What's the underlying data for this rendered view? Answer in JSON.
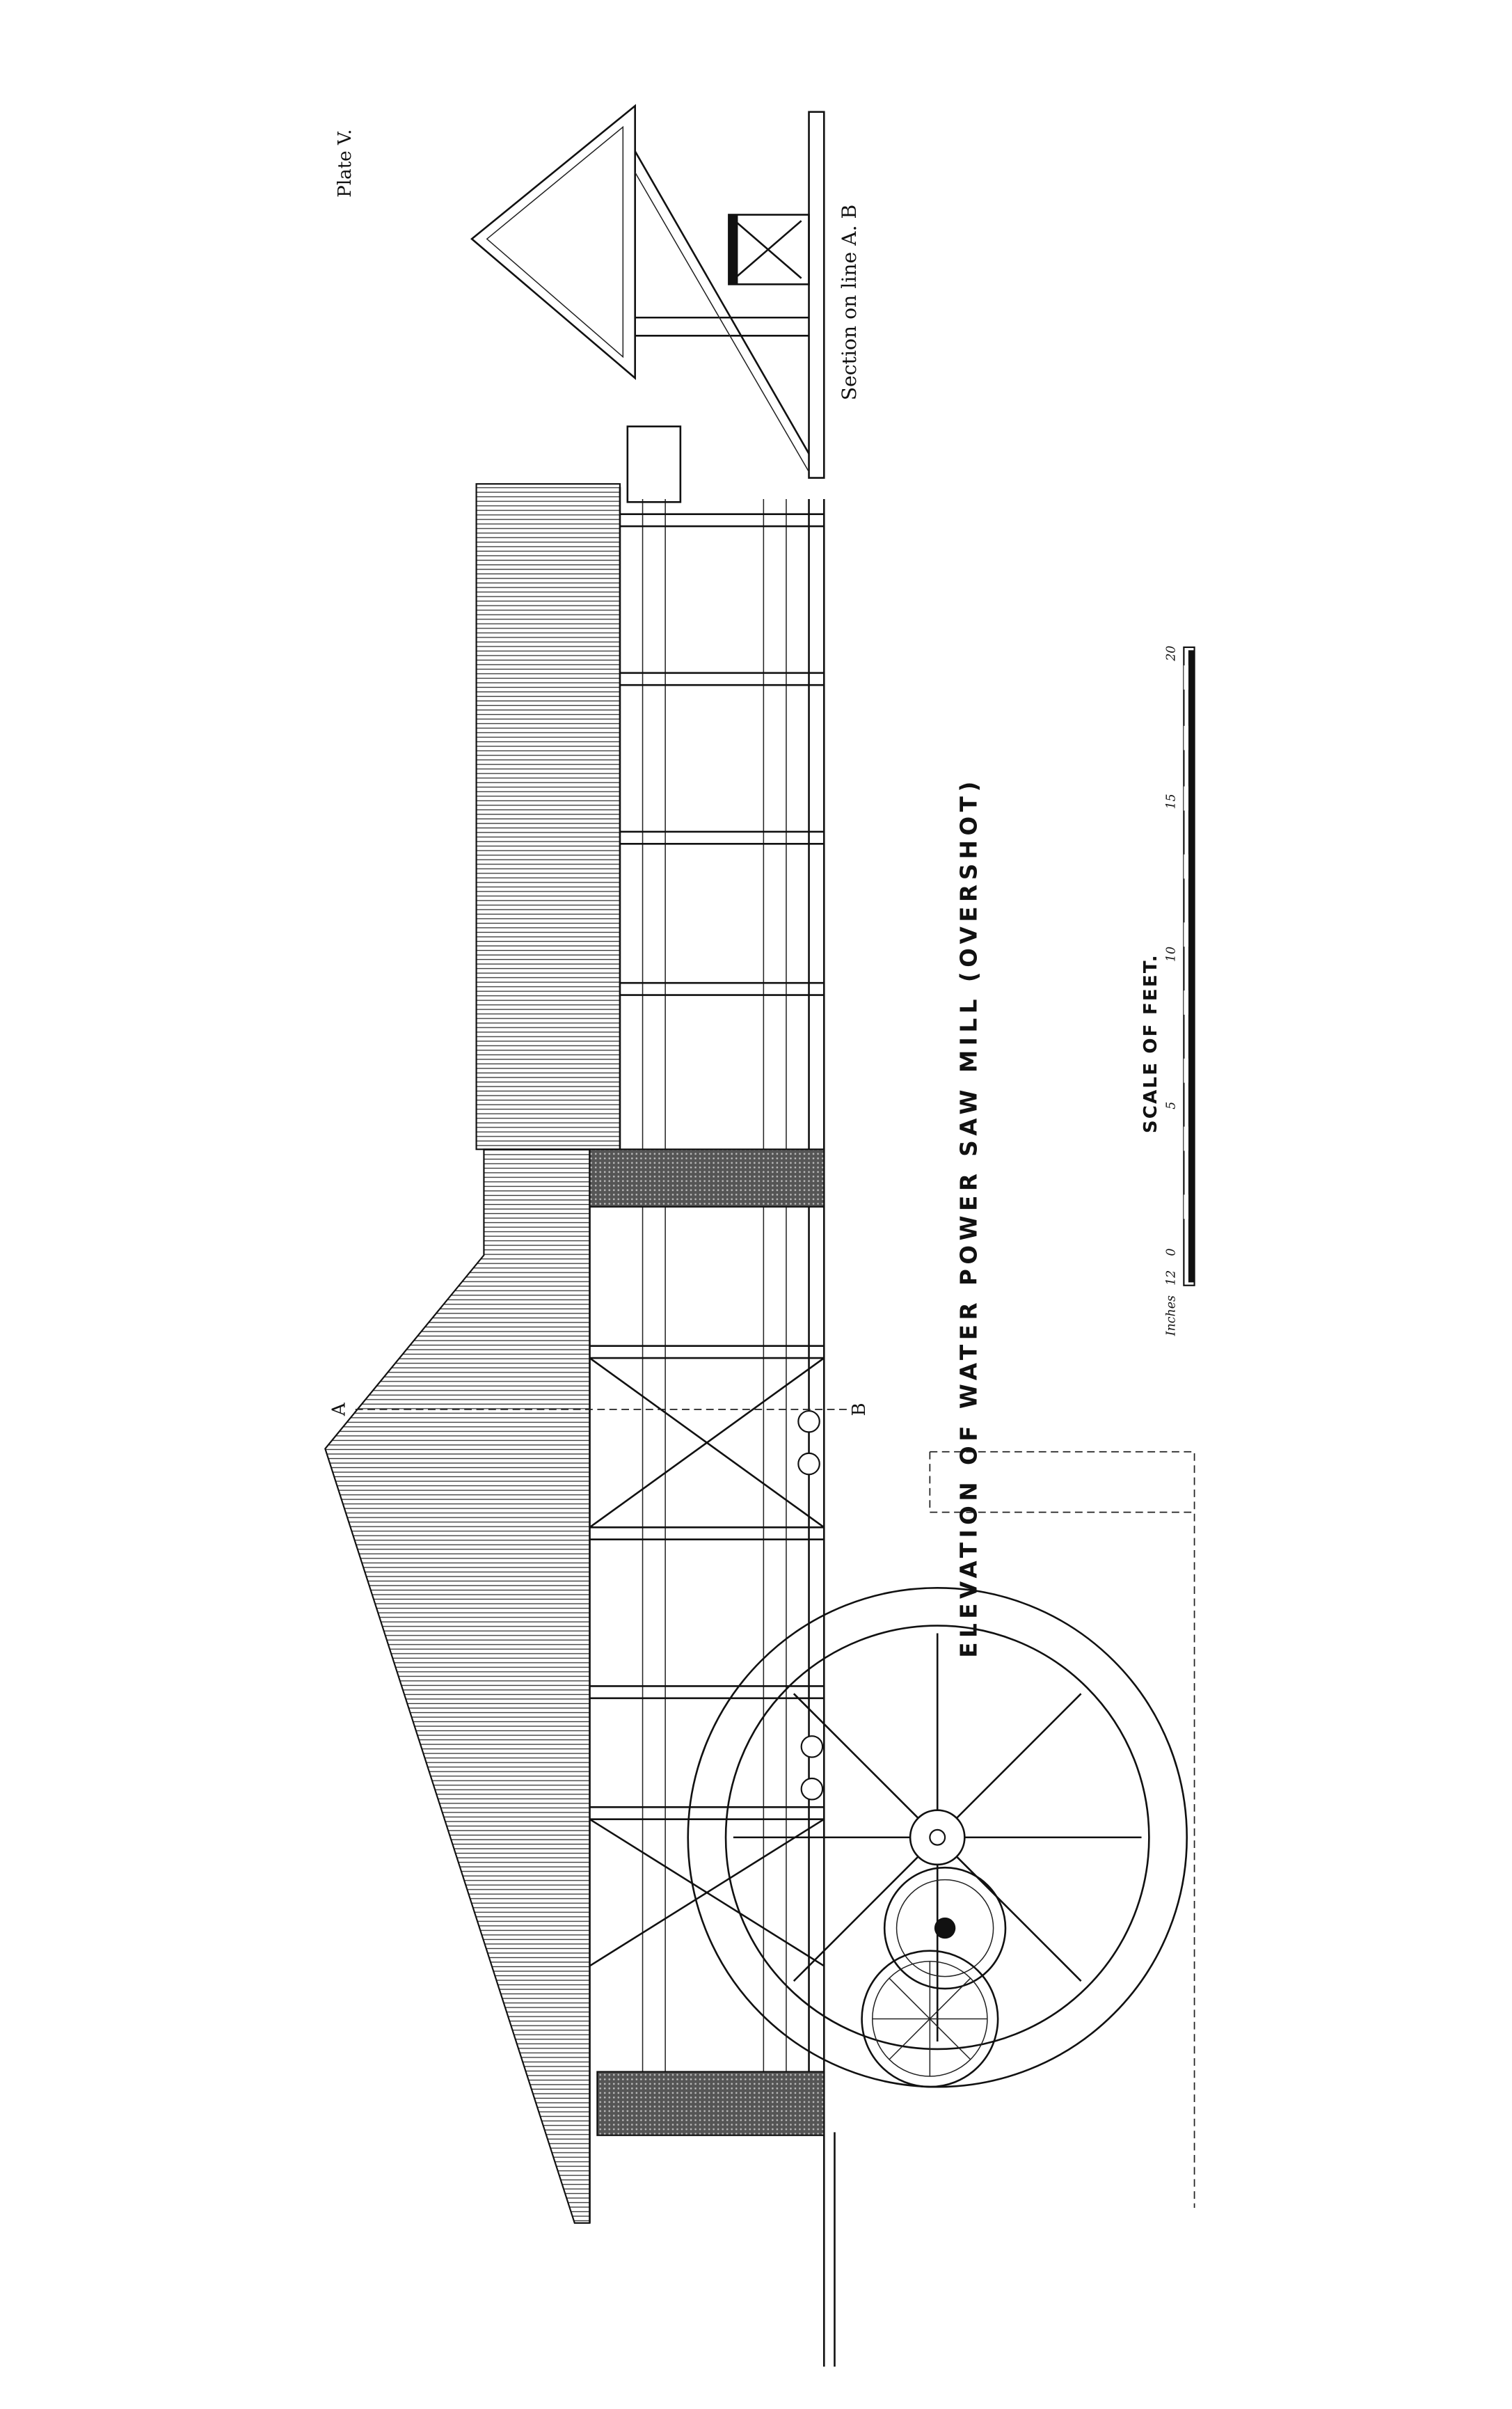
{
  "plate_label": "Plate V.",
  "section_caption": "Section on line A. B",
  "title": "ELEVATION OF WATER POWER SAW MILL (OVERSHOT)",
  "section_markers": {
    "a": "A",
    "b": "B"
  },
  "scale": {
    "label": "SCALE OF FEET.",
    "units_label": "Inches",
    "ticks": [
      "12",
      "0",
      "5",
      "10",
      "15",
      "20"
    ]
  }
}
